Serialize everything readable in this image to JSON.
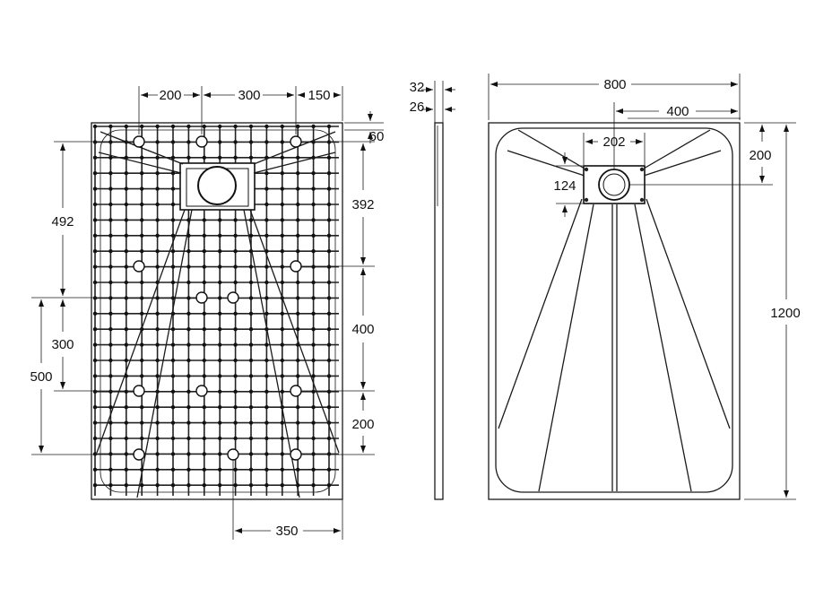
{
  "back_view": {
    "dims": {
      "top_a": "200",
      "top_b": "300",
      "top_c": "150",
      "top_right": "60",
      "left_a": "492",
      "left_b": "300",
      "left_c": "500",
      "right_a": "392",
      "right_b": "400",
      "right_c": "200",
      "bottom": "350"
    }
  },
  "side_view": {
    "dims": {
      "thickness": "32",
      "edge": "26"
    }
  },
  "front_view": {
    "dims": {
      "width": "800",
      "drain_offset": "400",
      "height": "1200",
      "drain_from_top": "200",
      "grate_width": "202",
      "grate_height": "124"
    }
  }
}
